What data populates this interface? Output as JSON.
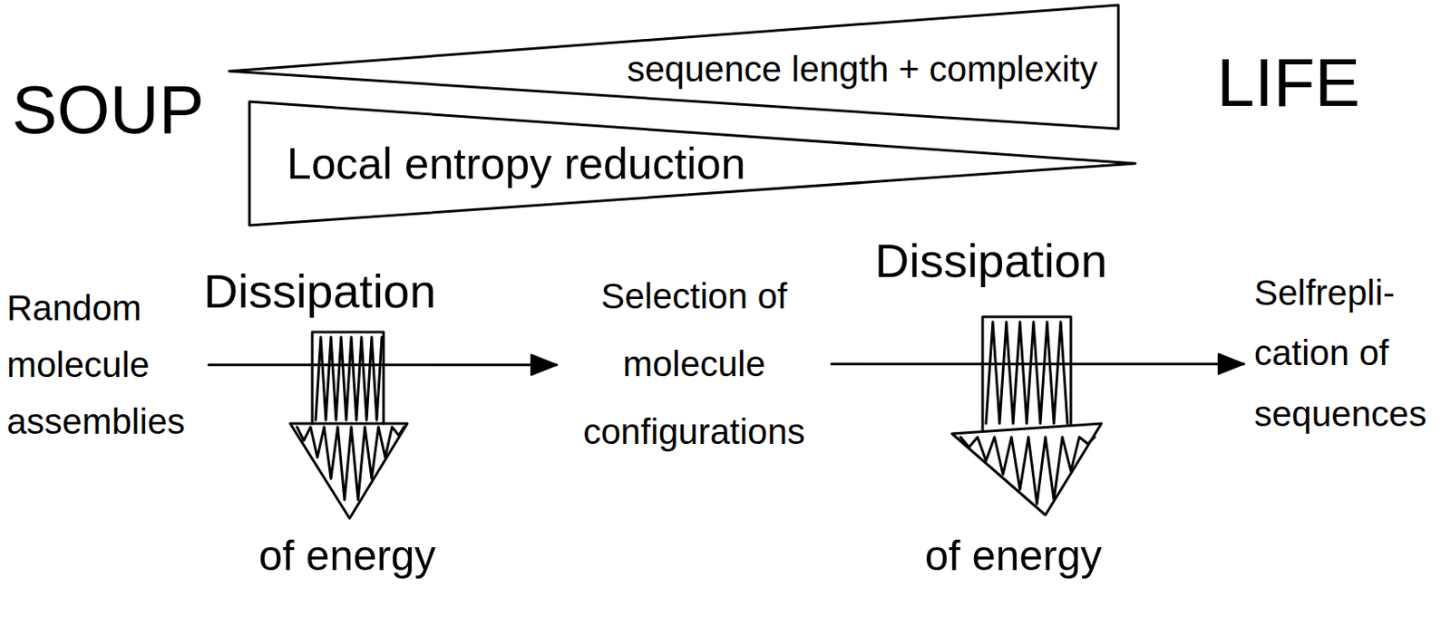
{
  "diagram": {
    "nodes": [
      {
        "text": [
          "sequence length + complexity"
        ]
      },
      {
        "text": [
          "Local entropy reduction"
        ]
      },
      {
        "text": [
          "Random molecule assemblies"
        ]
      },
      {
        "text": [
          "Selection of molecule configurations"
        ]
      },
      {
        "text": [
          "Selfrepli- cation of sequences"
        ]
      }
    ],
    "edges": [
      {
        "from": 2,
        "to": 3,
        "arrow": "to"
      },
      {
        "from": 3,
        "to": 4,
        "arrow": "to"
      }
    ],
    "labels": [
      "SOUP",
      "LIFE",
      "Dissipation",
      "of energy",
      "Dissipation",
      "of energy"
    ]
  }
}
